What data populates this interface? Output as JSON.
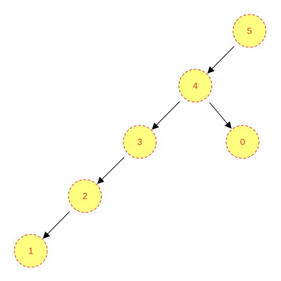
{
  "colors": {
    "node_fill": "#ffff80",
    "node_stroke": "#e8312f",
    "label": "#e8312f",
    "edge": "#000000"
  },
  "nodes": [
    {
      "id": "n5",
      "label": "5"
    },
    {
      "id": "n4",
      "label": "4"
    },
    {
      "id": "n3",
      "label": "3"
    },
    {
      "id": "n0",
      "label": "0"
    },
    {
      "id": "n2",
      "label": "2"
    },
    {
      "id": "n1",
      "label": "1"
    }
  ],
  "edges": [
    {
      "from": "n5",
      "to": "n4"
    },
    {
      "from": "n4",
      "to": "n3"
    },
    {
      "from": "n4",
      "to": "n0"
    },
    {
      "from": "n3",
      "to": "n2"
    },
    {
      "from": "n2",
      "to": "n1"
    }
  ]
}
